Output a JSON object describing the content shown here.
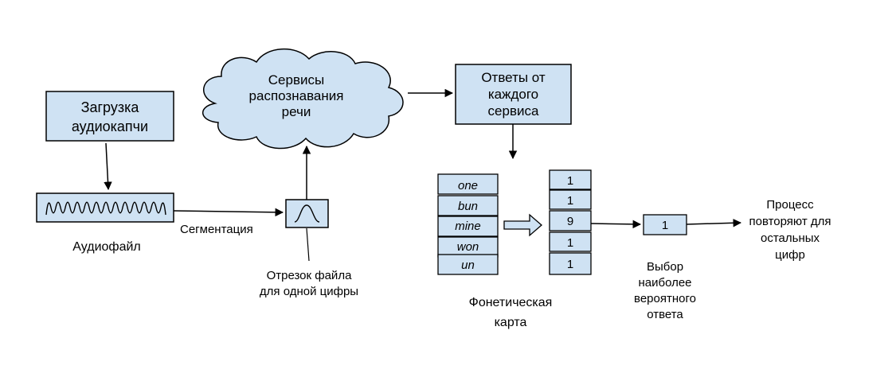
{
  "diagram": {
    "colors": {
      "box_fill": "#cfe2f3",
      "stroke": "#000000",
      "background": "#ffffff"
    },
    "load": {
      "line1": "Загрузка",
      "line2": "аудиокапчи"
    },
    "audio": {
      "label": "Аудиофайл",
      "icon": "waveform-icon"
    },
    "segmentation": {
      "label": "Сегментация"
    },
    "segment": {
      "line1": "Отрезок файла",
      "line2": "для одной цифры",
      "icon": "sine-wave-icon"
    },
    "services": {
      "line1": "Сервисы",
      "line2": "распознавания",
      "line3": "речи"
    },
    "responses": {
      "line1": "Ответы от",
      "line2": "каждого",
      "line3": "сервиса"
    },
    "phonetic": {
      "words": [
        "one",
        "bun",
        "mine",
        "won",
        "un"
      ],
      "label1": "Фонетическая",
      "label2": "карта"
    },
    "digits": [
      "1",
      "1",
      "9",
      "1",
      "1"
    ],
    "result": {
      "value": "1",
      "line1": "Выбор",
      "line2": "наиболее",
      "line3": "вероятного",
      "line4": "ответа"
    },
    "repeat": {
      "line1": "Процесс",
      "line2": "повторяют для",
      "line3": "остальных",
      "line4": "цифр"
    }
  }
}
